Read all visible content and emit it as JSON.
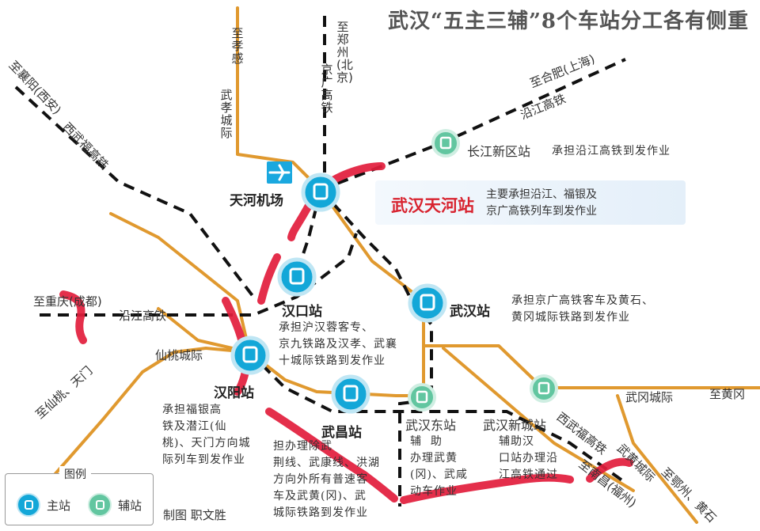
{
  "title": "武汉“五主三辅”8个车站分工各有侧重",
  "colors": {
    "main_station": "#13a7d8",
    "aux_station": "#62c6a0",
    "rail_line": "#e0992f",
    "hsr_dashed": "#111111",
    "scribble": "#e21d3c",
    "highlight_name": "#d8232f"
  },
  "highlight": {
    "name": "武汉天河站",
    "desc": "主要承担沿江、福银及\n京广高铁列车到发作业"
  },
  "stations": {
    "tianhe_airport": "天河机场",
    "hankou": "汉口站",
    "wuhan": "武汉站",
    "hanyang": "汉阳站",
    "wuchang": "武昌站",
    "wuhan_east": "武汉东站",
    "wuhan_new_city": "武汉新城站",
    "changjiang_new_area": "长江新区站"
  },
  "descriptions": {
    "changjiang_new_area": "承担沿江高铁到发作业",
    "wuhan": "承担京广高铁客车及黄石、\n黄冈城际铁路到发作业",
    "hankou": "承担沪汉蓉客专、\n京九铁路及汉孝、武襄\n十城际铁路到发作业",
    "hanyang": "承担福银高\n铁及潜江(仙\n桃)、天门方向城\n际列车到发作业",
    "wuchang": "担办理除武\n荆线、武康线、洪湖\n方向外所有普速客\n车及武黄(冈)、武\n城际铁路到发作业",
    "wuhan_east": "辅  助\n办理武黄\n(冈)、武咸\n动车作业",
    "wuhan_new_city": "辅助汉\n口站办理沿\n江高铁通过"
  },
  "line_labels": {
    "to_xiaogan": "至孝感",
    "wuxiao_intercity": "武孝城际",
    "to_zhengzhou": "至郑州(北京)",
    "jingguang_hsr": "京广高铁",
    "to_xiangyang": "至襄阳(西安)",
    "xiwu_fu_hsr_nw": "西武福高铁",
    "to_hefei": "至合肥(上海)",
    "yanjiang_hsr_ne": "沿江高铁",
    "to_chongqing": "至重庆(成都)",
    "yanjiang_hsr_w": "沿江高铁",
    "xiantao_intercity": "仙桃城际",
    "to_xiantao_tianmen": "至仙桃、天门",
    "wugang_intercity": "武冈城际",
    "to_huanggang": "至黄冈",
    "xiwu_fu_hsr_se": "西武福高铁",
    "wuhuang_intercity": "武黄城际",
    "to_fuzhou": "至南昌(福州)",
    "to_ezhou_huangshi": "至鄂州、黄石"
  },
  "legend": {
    "title": "图例",
    "main_label": "主站",
    "aux_label": "辅站"
  },
  "credit": "制图  职文胜"
}
